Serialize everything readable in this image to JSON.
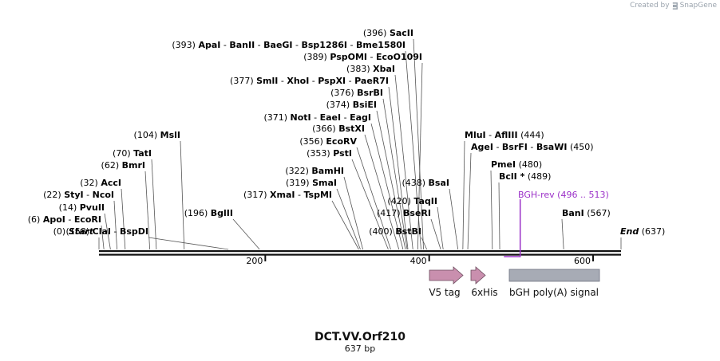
{
  "credit": {
    "prefix": "Created by",
    "brand": "SnapGene"
  },
  "sequence": {
    "name": "DCT.VV.Orf210",
    "length_label": "637 bp",
    "length": 637
  },
  "ruler_ticks": [
    "200",
    "400",
    "600"
  ],
  "sites": [
    {
      "pos_label": "(0)",
      "names": [
        "Start"
      ],
      "italic": true
    },
    {
      "pos_label": "(6)",
      "names": [
        "ApoI",
        "EcoRI"
      ]
    },
    {
      "pos_label": "(14)",
      "names": [
        "PvuII"
      ]
    },
    {
      "pos_label": "(22)",
      "names": [
        "StyI",
        "NcoI"
      ]
    },
    {
      "pos_label": "(32)",
      "names": [
        "AccI"
      ]
    },
    {
      "pos_label": "(62)",
      "names": [
        "BmrI"
      ]
    },
    {
      "pos_label": "(70)",
      "names": [
        "TatI"
      ]
    },
    {
      "pos_label": "(104)",
      "names": [
        "MslI"
      ]
    },
    {
      "pos_label": "(158)",
      "names": [
        "ClaI",
        "BspDI"
      ]
    },
    {
      "pos_label": "(196)",
      "names": [
        "BglII"
      ]
    },
    {
      "pos_label": "(317)",
      "names": [
        "XmaI",
        "TspMI"
      ]
    },
    {
      "pos_label": "(319)",
      "names": [
        "SmaI"
      ]
    },
    {
      "pos_label": "(322)",
      "names": [
        "BamHI"
      ]
    },
    {
      "pos_label": "(353)",
      "names": [
        "PstI"
      ]
    },
    {
      "pos_label": "(356)",
      "names": [
        "EcoRV"
      ]
    },
    {
      "pos_label": "(366)",
      "names": [
        "BstXI"
      ]
    },
    {
      "pos_label": "(371)",
      "names": [
        "NotI",
        "EaeI",
        "EagI"
      ]
    },
    {
      "pos_label": "(374)",
      "names": [
        "BsiEI"
      ]
    },
    {
      "pos_label": "(376)",
      "names": [
        "BsrBI"
      ]
    },
    {
      "pos_label": "(377)",
      "names": [
        "SmlI",
        "XhoI",
        "PspXI",
        "PaeR7I"
      ]
    },
    {
      "pos_label": "(383)",
      "names": [
        "XbaI"
      ]
    },
    {
      "pos_label": "(389)",
      "names": [
        "PspOMI",
        "EcoO109I"
      ]
    },
    {
      "pos_label": "(393)",
      "names": [
        "ApaI",
        "BanII",
        "BaeGI",
        "Bsp1286I",
        "Bme1580I"
      ]
    },
    {
      "pos_label": "(396)",
      "names": [
        "SacII"
      ]
    },
    {
      "pos_label": "(400)",
      "names": [
        "BstBI"
      ]
    },
    {
      "pos_label": "(417)",
      "names": [
        "BseRI"
      ]
    },
    {
      "pos_label": "(420)",
      "names": [
        "TaqII"
      ]
    },
    {
      "pos_label": "(438)",
      "names": [
        "BsaI"
      ]
    },
    {
      "pos_label": "(444)",
      "names": [
        "MluI",
        "AflIII"
      ],
      "label_after": true
    },
    {
      "pos_label": "(450)",
      "names": [
        "AgeI",
        "BsrFI",
        "BsaWI"
      ],
      "label_after": true
    },
    {
      "pos_label": "(480)",
      "names": [
        "PmeI"
      ],
      "label_after": true
    },
    {
      "pos_label": "(489)",
      "names": [
        "BclI *"
      ],
      "label_after": true
    },
    {
      "pos_label": "(567)",
      "names": [
        "BanI"
      ],
      "label_after": true
    },
    {
      "pos_label": "(637)",
      "names": [
        "End"
      ],
      "italic": true,
      "label_after": true
    }
  ],
  "primer": {
    "name": "BGH-rev",
    "range": "(496 .. 513)",
    "color": "#9b30c8"
  },
  "features": [
    {
      "name": "V5 tag",
      "color": "#c98fae",
      "type": "arrow"
    },
    {
      "name": "6xHis",
      "color": "#c98fae",
      "type": "arrow"
    },
    {
      "name": "bGH poly(A) signal",
      "color": "#a7abb5",
      "type": "box"
    }
  ]
}
